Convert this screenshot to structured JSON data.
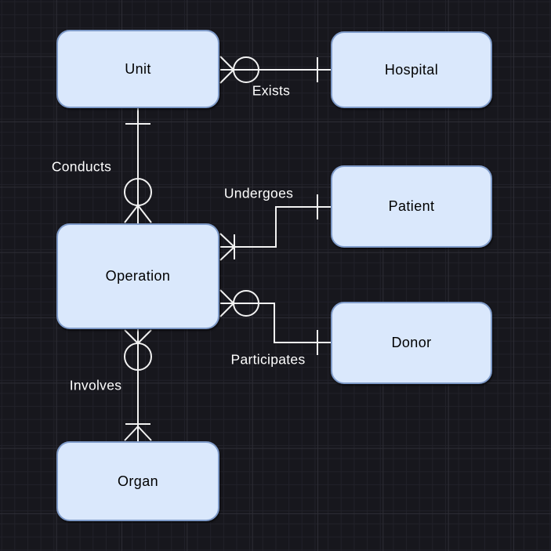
{
  "canvas": {
    "background_color": "#17171d",
    "grid_minor_color": "#212129",
    "grid_major_color": "#2d2d35",
    "entity_fill_color": "#dae8fc",
    "entity_stroke_color": "#7f9bc9",
    "entity_text_color": "#000000",
    "connector_color": "#f2f2f2",
    "label_text_color": "#ffffff"
  },
  "diagram": {
    "type": "entity-relationship-crows-foot",
    "entities": {
      "unit": {
        "name": "Unit"
      },
      "hospital": {
        "name": "Hospital"
      },
      "patient": {
        "name": "Patient"
      },
      "operation": {
        "name": "Operation"
      },
      "donor": {
        "name": "Donor"
      },
      "organ": {
        "name": "Organ"
      }
    },
    "relationships": {
      "exists": {
        "label": "Exists",
        "from": "Unit",
        "to": "Hospital",
        "from_cardinality": "zero-or-many",
        "to_cardinality": "one"
      },
      "conducts": {
        "label": "Conducts",
        "from": "Unit",
        "to": "Operation",
        "from_cardinality": "one",
        "to_cardinality": "zero-or-many"
      },
      "undergoes": {
        "label": "Undergoes",
        "from": "Operation",
        "to": "Patient",
        "from_cardinality": "one-or-many",
        "to_cardinality": "one"
      },
      "participates": {
        "label": "Participates",
        "from": "Operation",
        "to": "Donor",
        "from_cardinality": "zero-or-many",
        "to_cardinality": "one"
      },
      "involves": {
        "label": "Involves",
        "from": "Operation",
        "to": "Organ",
        "from_cardinality": "zero-or-many",
        "to_cardinality": "one-or-many"
      }
    }
  }
}
